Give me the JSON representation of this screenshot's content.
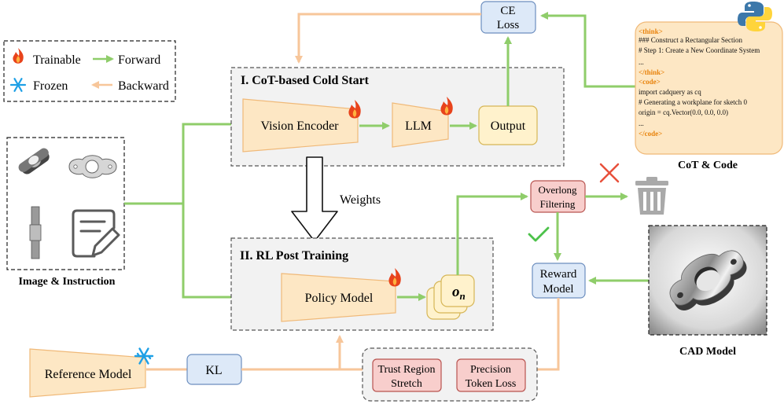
{
  "legend": {
    "trainable": "Trainable",
    "forward": "Forward",
    "frozen": "Frozen",
    "backward": "Backward"
  },
  "colors": {
    "forward": "#8fcd6a",
    "backward": "#f7c69a",
    "module_fill": "#fde7c4",
    "module_stroke": "#f0b978",
    "loss_fill": "#dde9f8",
    "loss_stroke": "#6c8ebf",
    "filter_fill": "#f8cecc",
    "filter_stroke": "#b85450",
    "output_fill": "#fff2cc",
    "output_stroke": "#d6b656"
  },
  "icons": {
    "trainable": "flame-icon",
    "frozen": "snowflake-icon",
    "reject": "red-cross-icon",
    "accept": "green-check-icon",
    "discard": "trash-icon",
    "python": "python-logo-icon"
  },
  "input": {
    "caption": "Image & Instruction"
  },
  "stage1": {
    "title": "I. CoT-based Cold Start",
    "vision_encoder": "Vision Encoder",
    "llm": "LLM",
    "output": "Output"
  },
  "ce_loss": {
    "line1": "CE",
    "line2": "Loss"
  },
  "weights_label": "Weights",
  "stage2": {
    "title": "II. RL Post Training",
    "policy_model": "Policy Model",
    "output_symbol": "o",
    "output_subscript": "n"
  },
  "overlong": {
    "line1": "Overlong",
    "line2": "Filtering"
  },
  "reward": {
    "line1": "Reward",
    "line2": "Model"
  },
  "reference_model": "Reference Model",
  "kl": "KL",
  "trust_region": {
    "line1": "Trust Region",
    "line2": "Stretch"
  },
  "precision_token": {
    "line1": "Precision",
    "line2": "Token Loss"
  },
  "cot_code": {
    "caption": "CoT & Code",
    "lines": [
      "<think>",
      "### Construct a Rectangular Section",
      "# Step 1: Create a New Coordinate System",
      "...",
      "</think>",
      "<code>",
      "import cadquery as cq",
      "# Generating a workplane for sketch 0",
      "origin = cq.Vector(0.0, 0.0, 0.0)",
      "...",
      "</code>"
    ]
  },
  "cad_model": {
    "caption": "CAD Model"
  }
}
